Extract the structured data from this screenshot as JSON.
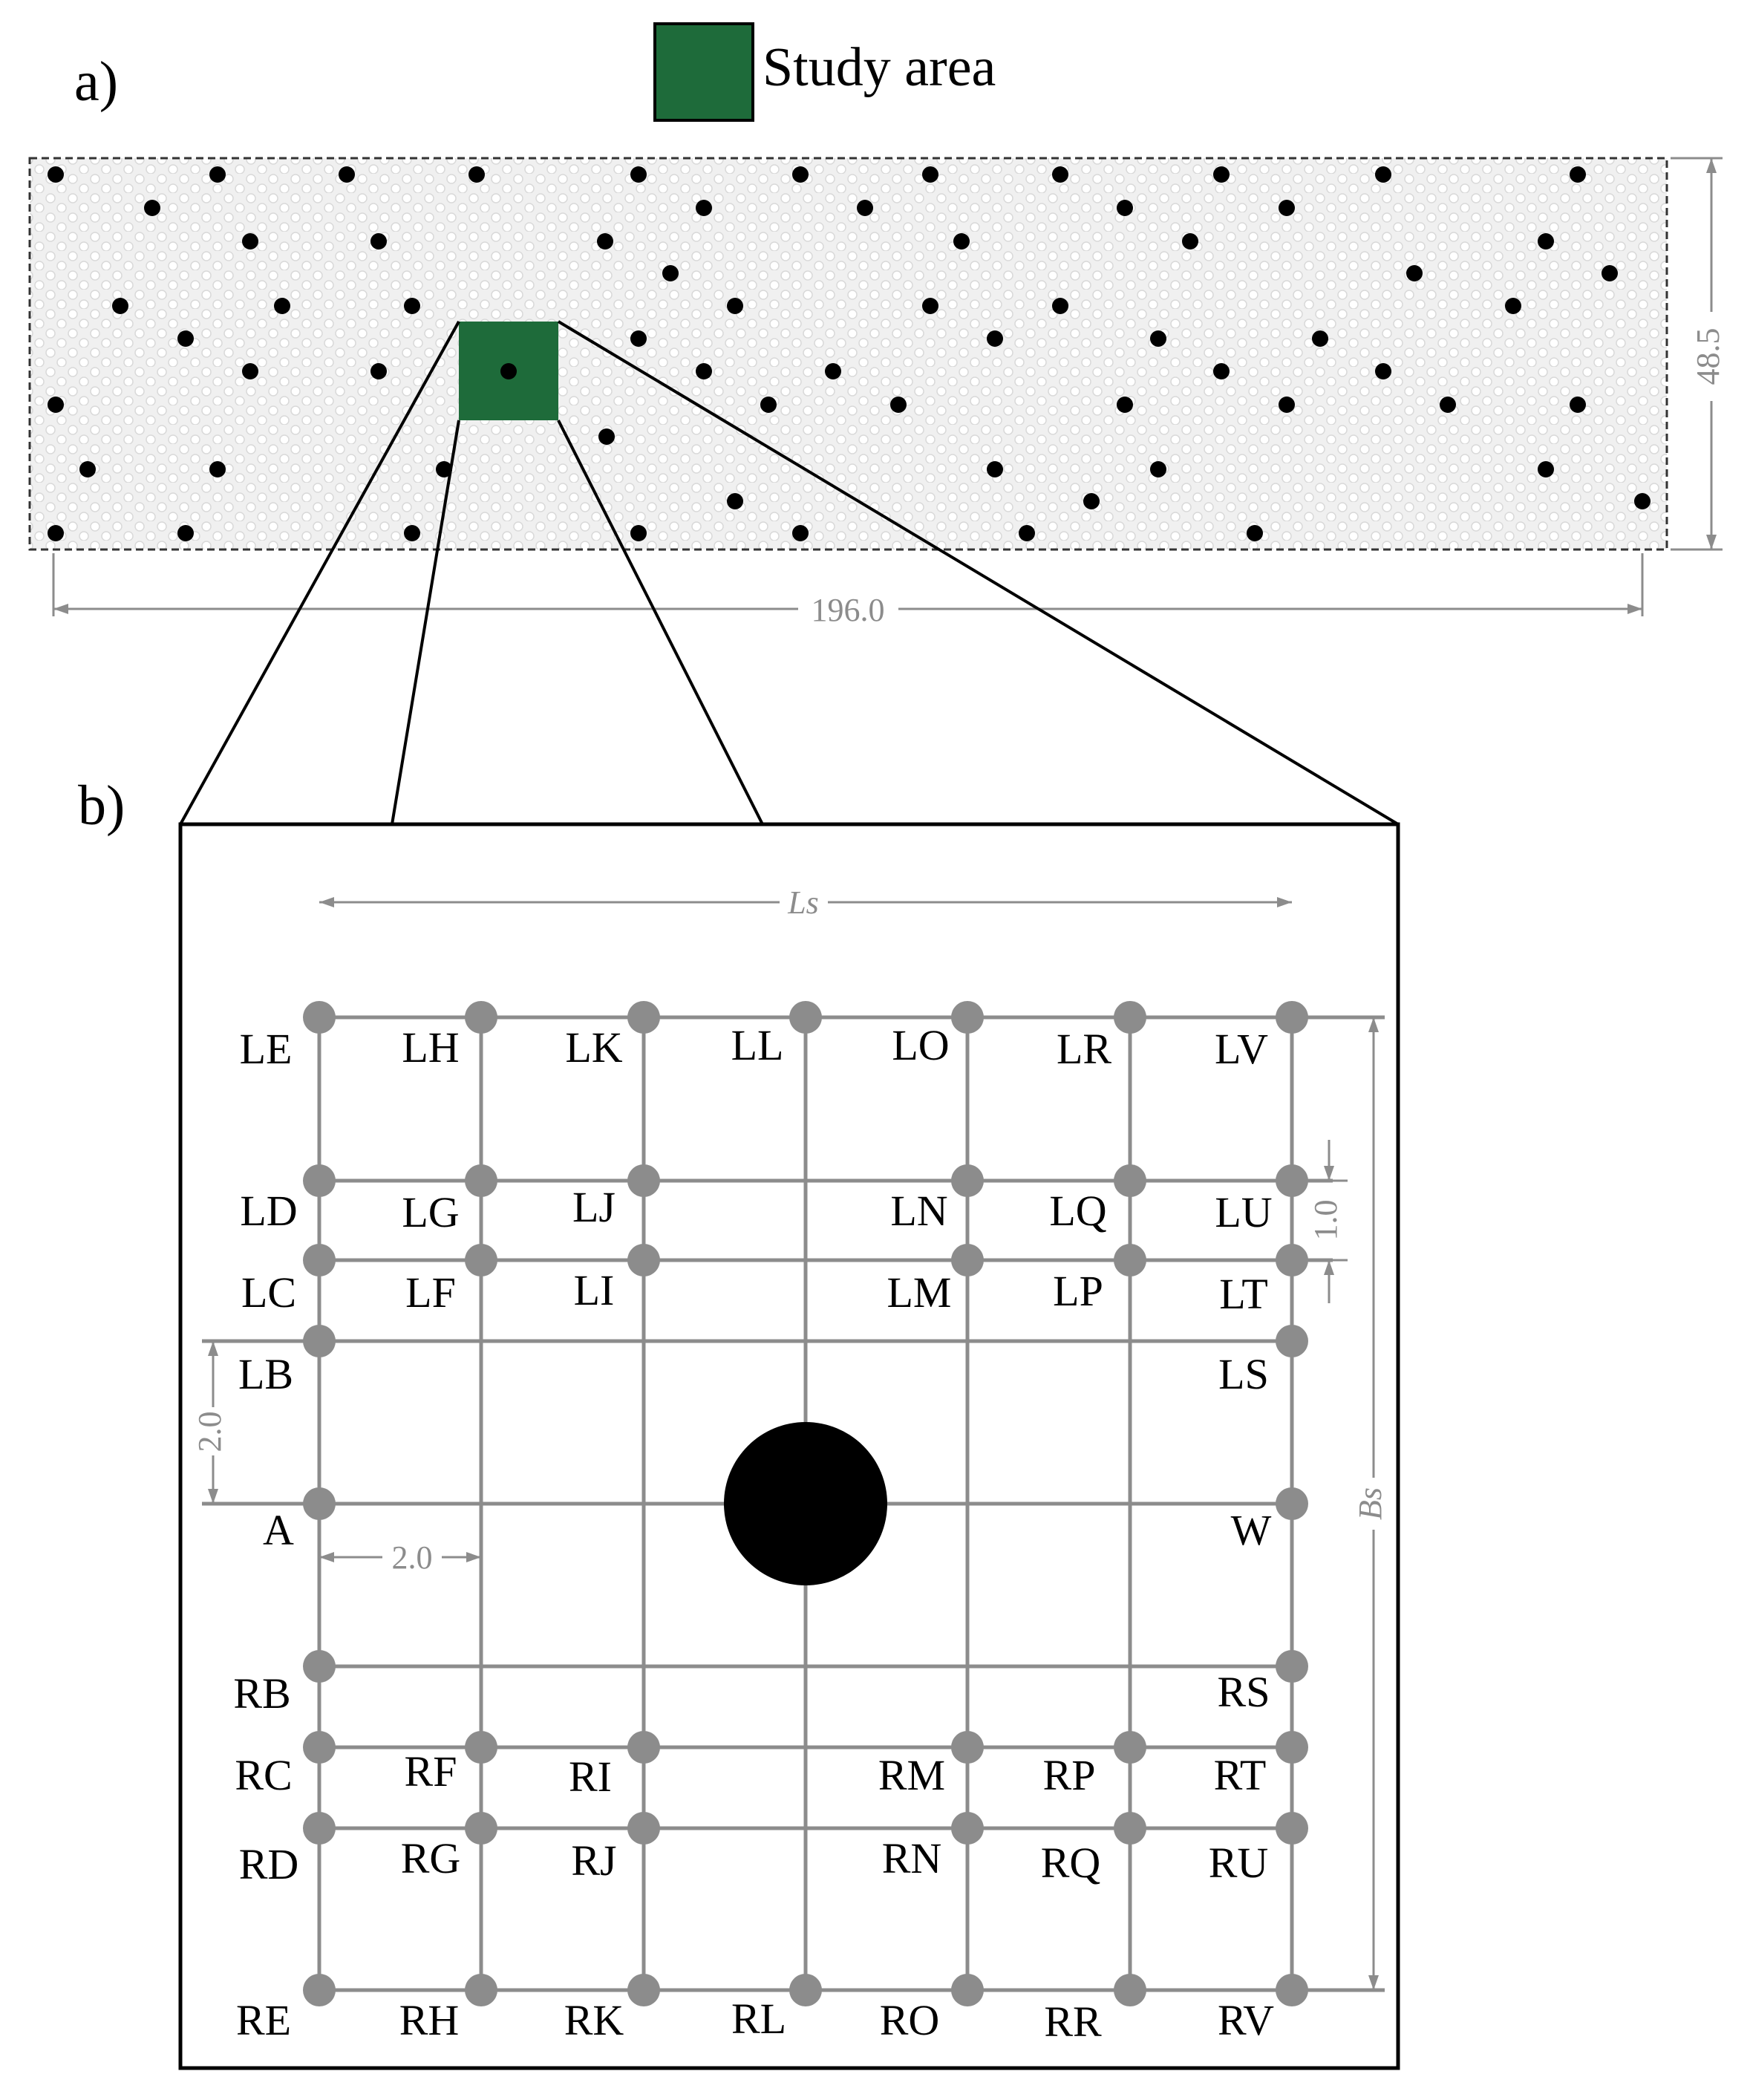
{
  "panels": {
    "a_label": "a)",
    "b_label": "b)"
  },
  "legend": {
    "label": "Study area",
    "color": "#1e6b3a"
  },
  "colors": {
    "dot": "#000000",
    "grid": "#8c8c8c",
    "node": "#8c8c8c",
    "border": "#000000"
  },
  "overview": {
    "length_label": "196.0",
    "width_label": "48.5"
  },
  "detail": {
    "top_dimension_label": "Ls",
    "right_dimension_label": "Bs",
    "spacing_label_small": "1.0",
    "spacing_label_left": "2.0",
    "spacing_label_bottom": "2.0",
    "nodes": {
      "LE": "LE",
      "LH": "LH",
      "LK": "LK",
      "LL": "LL",
      "LO": "LO",
      "LR": "LR",
      "LV": "LV",
      "LD": "LD",
      "LG": "LG",
      "LJ": "LJ",
      "LN": "LN",
      "LQ": "LQ",
      "LU": "LU",
      "LC": "LC",
      "LF": "LF",
      "LI": "LI",
      "LM": "LM",
      "LP": "LP",
      "LT": "LT",
      "LB": "LB",
      "LS": "LS",
      "A": "A",
      "W": "W",
      "RB": "RB",
      "RS": "RS",
      "RC": "RC",
      "RF": "RF",
      "RI": "RI",
      "RM": "RM",
      "RP": "RP",
      "RT": "RT",
      "RD": "RD",
      "RG": "RG",
      "RJ": "RJ",
      "RN": "RN",
      "RQ": "RQ",
      "RU": "RU",
      "RE": "RE",
      "RH": "RH",
      "RK": "RK",
      "RL": "RL",
      "RO": "RO",
      "RR": "RR",
      "RV": "RV"
    }
  }
}
